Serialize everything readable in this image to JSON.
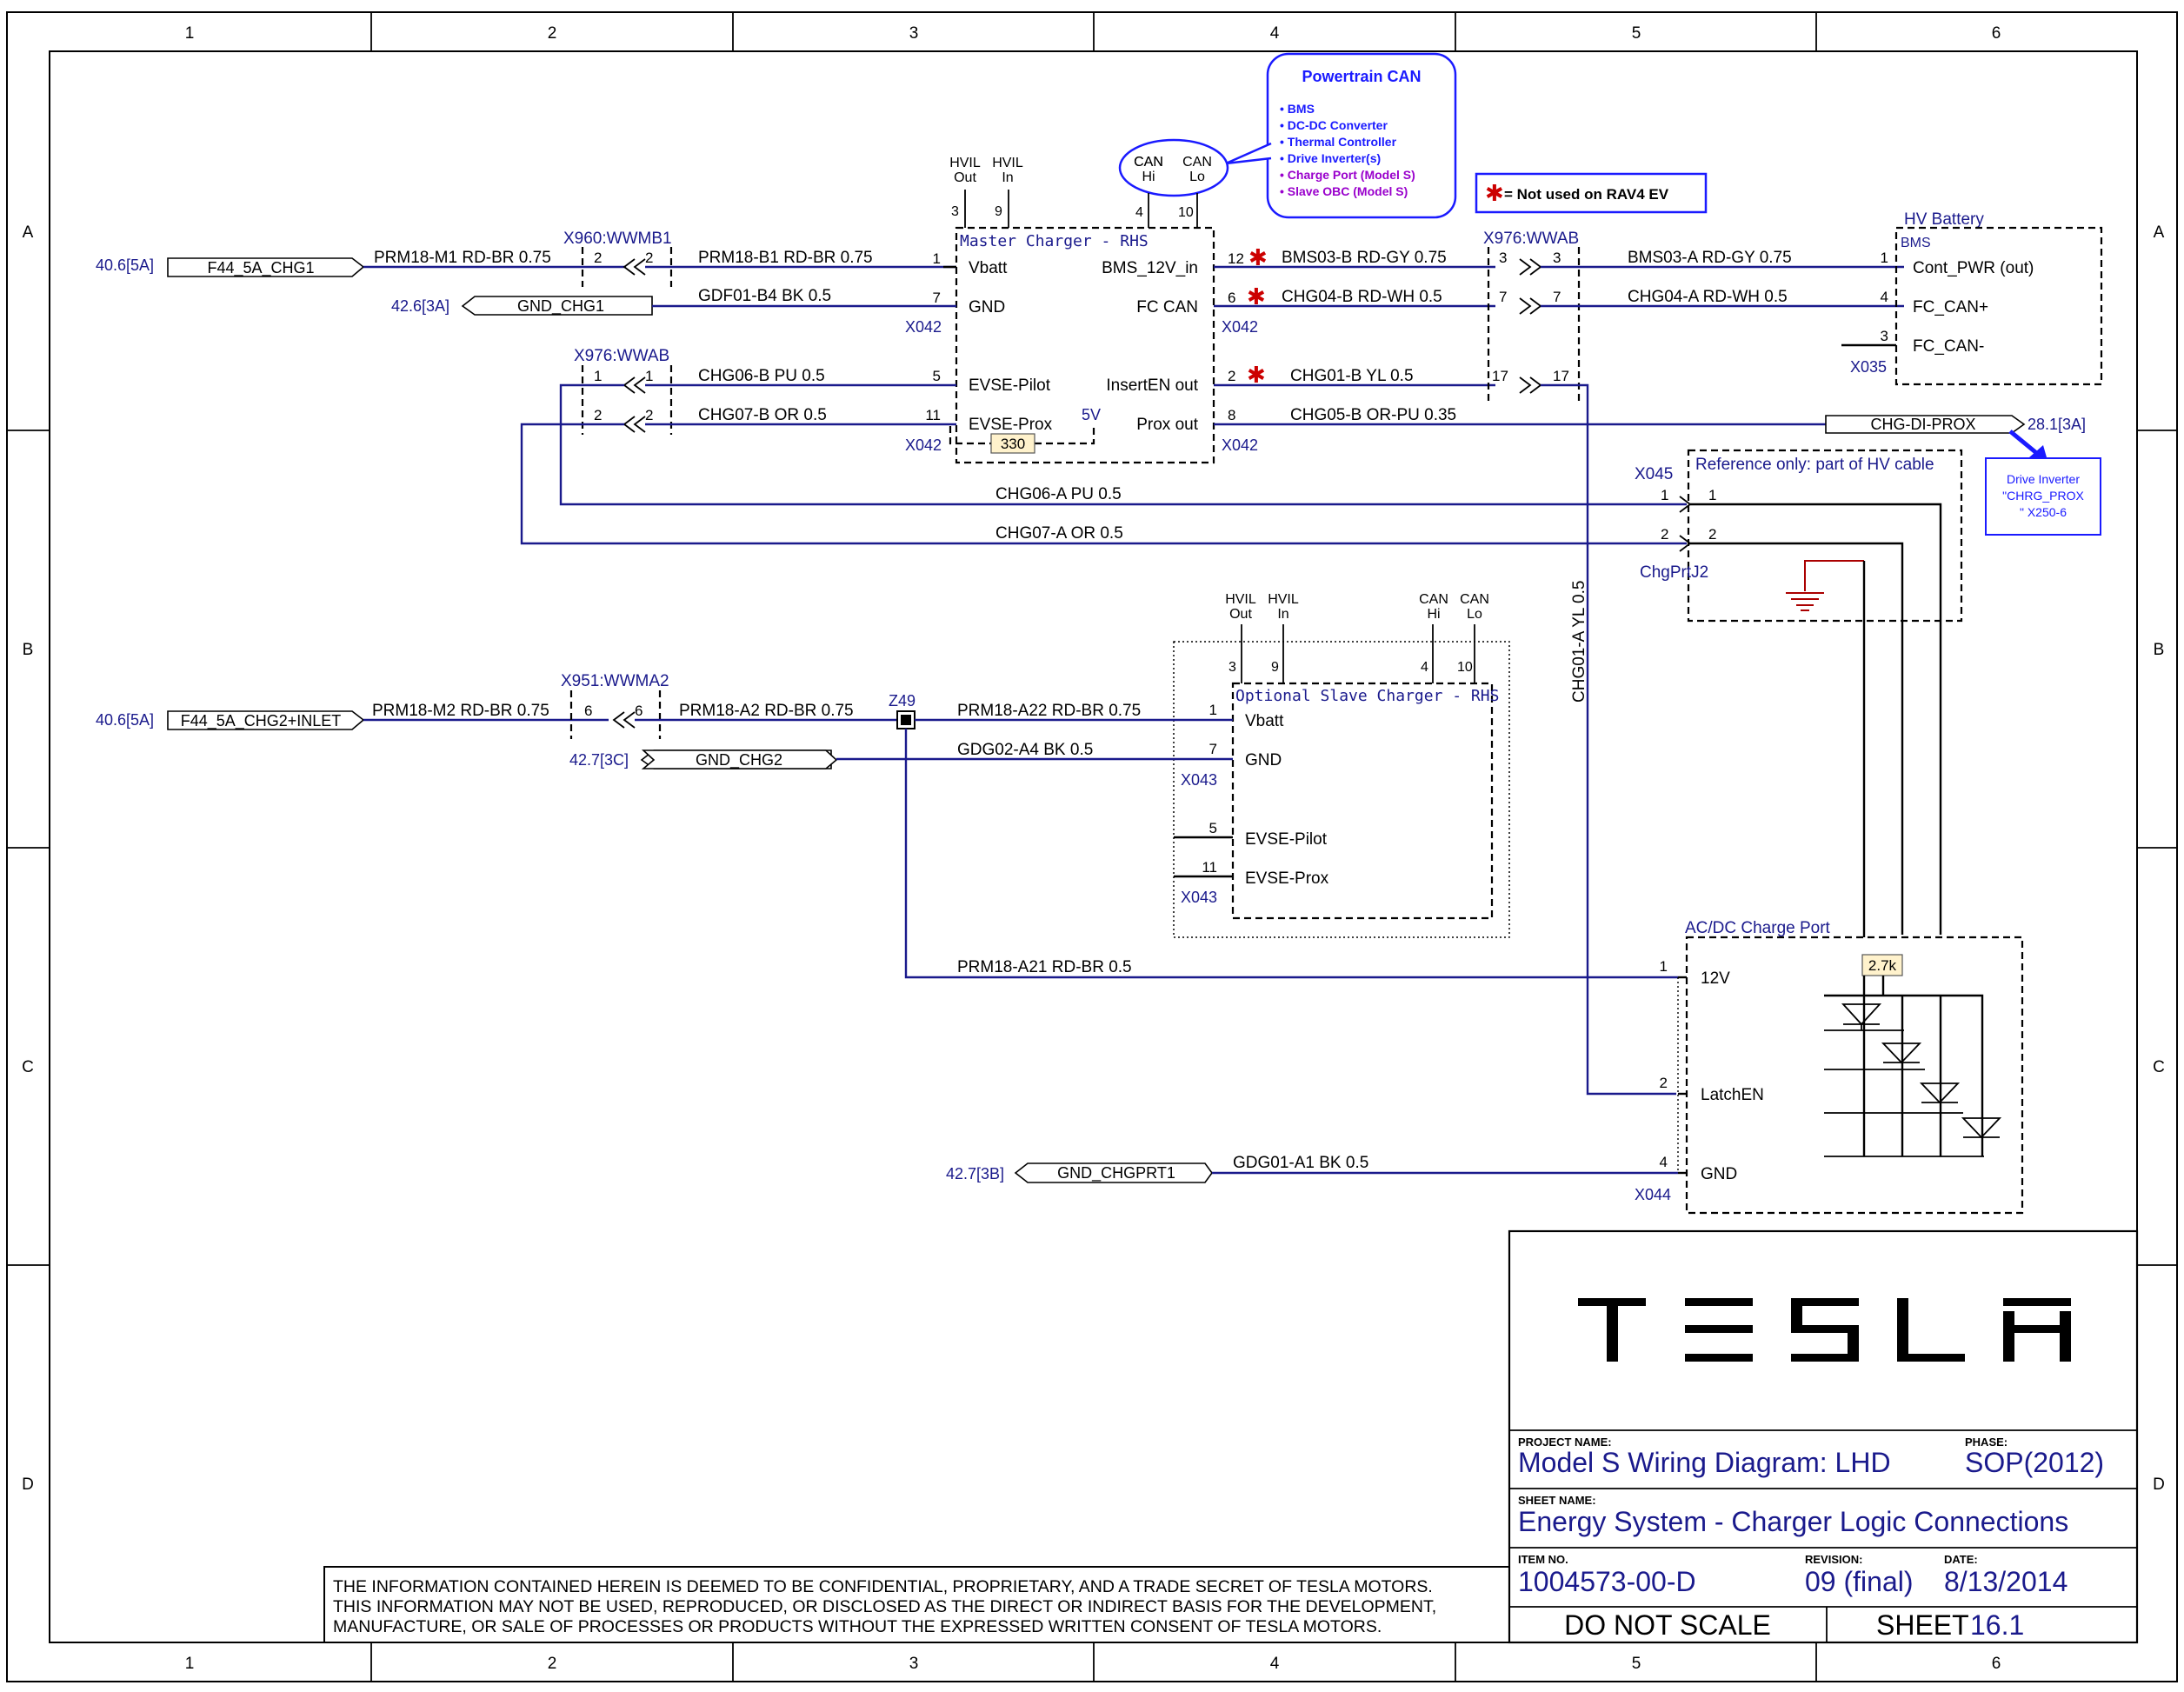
{
  "grid": {
    "columns": [
      "1",
      "2",
      "3",
      "4",
      "5",
      "6"
    ],
    "rows": [
      "A",
      "B",
      "C",
      "D"
    ]
  },
  "colors": {
    "wire": "#1a1a8c",
    "note_red": "#cc0000",
    "purple": "#9900cc",
    "resistor_fill": "#fff2cc",
    "ground": "#aa0000"
  },
  "callout": {
    "title": "Powertrain CAN",
    "items": [
      "• BMS",
      "• DC-DC Converter",
      "• Thermal Controller",
      "• Drive Inverter(s)"
    ],
    "items_model_s": [
      "• Charge Port (Model S)",
      "• Slave OBC (Model S)"
    ]
  },
  "note": {
    "star": "✱",
    "text": "= Not used on RAV4 EV"
  },
  "master_charger": {
    "title": "Master Charger - RHS",
    "left_pins": [
      "Vbatt",
      "GND",
      "EVSE-Pilot",
      "EVSE-Prox"
    ],
    "right_pins": [
      "BMS_12V_in",
      "FC CAN",
      "InsertEN out",
      "Prox out"
    ],
    "top_labels": {
      "hvil_out_1": "HVIL",
      "hvil_out_2": "Out",
      "hvil_in_1": "HVIL",
      "hvil_in_2": "In",
      "can_hi_1": "CAN",
      "can_hi_2": "Hi",
      "can_lo_1": "CAN",
      "can_lo_2": "Lo"
    },
    "top_pins": [
      "3",
      "9",
      "4",
      "10"
    ],
    "left_pin_numbers": [
      "1",
      "7",
      "5",
      "11"
    ],
    "right_pin_numbers": [
      "12",
      "6",
      "2",
      "8"
    ],
    "connector_left": "X042",
    "connector_left_2": "X042",
    "connector_right": "X042",
    "connector_right_2": "X042",
    "resistor": "330",
    "voltage": "5V"
  },
  "slave_charger": {
    "title": "Optional Slave Charger - RHS",
    "pins": [
      "Vbatt",
      "GND",
      "EVSE-Pilot",
      "EVSE-Prox"
    ],
    "pin_numbers": [
      "1",
      "7",
      "5",
      "11"
    ],
    "top_labels": {
      "hvil_out_1": "HVIL",
      "hvil_out_2": "Out",
      "hvil_in_1": "HVIL",
      "hvil_in_2": "In",
      "can_hi_1": "CAN",
      "can_hi_2": "Hi",
      "can_lo_1": "CAN",
      "can_lo_2": "Lo"
    },
    "top_pins": [
      "3",
      "9",
      "4",
      "10"
    ],
    "connector_1": "X043",
    "connector_2": "X043"
  },
  "hv_battery": {
    "label": "HV Battery",
    "sub": "BMS",
    "pins": [
      "Cont_PWR (out)",
      "FC_CAN+",
      "FC_CAN-"
    ],
    "pin_numbers": [
      "1",
      "4",
      "3"
    ],
    "connector": "X035"
  },
  "hv_cable": {
    "label": "Reference only: part of HV cable",
    "connector": "X045",
    "pins": [
      "1",
      "2"
    ],
    "pins_inner": [
      "1",
      "2"
    ],
    "name": "ChgPrtJ2"
  },
  "charge_port": {
    "label": "AC/DC Charge Port",
    "pins": [
      "12V",
      "LatchEN",
      "GND"
    ],
    "pin_numbers": [
      "1",
      "2",
      "4"
    ],
    "connector": "X044",
    "resistor": "2.7k"
  },
  "drive_inverter": {
    "line1": "Drive Inverter",
    "line2": "\"CHRG_PROX",
    "line3": "\" X250-6"
  },
  "wires": {
    "f44_chg1_ref": "40.6[5A]",
    "f44_chg1": "F44_5A_CHG1",
    "prm18_m1": "PRM18-M1 RD-BR 0.75",
    "x960": "X960:WWMB1",
    "x960_pin_a": "2",
    "x960_pin_b": "2",
    "prm18_b1": "PRM18-B1 RD-BR 0.75",
    "gnd_chg1_ref": "42.6[3A]",
    "gnd_chg1": "GND_CHG1",
    "gdf01_b4": "GDF01-B4 BK 0.5",
    "x976_left": "X976:WWAB",
    "x976_left_pins": [
      "1",
      "1",
      "2",
      "2"
    ],
    "chg06_b": "CHG06-B PU 0.5",
    "chg07_b": "CHG07-B OR 0.5",
    "chg06_a": "CHG06-A PU 0.5",
    "chg07_a": "CHG07-A OR 0.5",
    "bms03_b": "BMS03-B RD-GY 0.75",
    "chg04_b": "CHG04-B RD-WH 0.5",
    "chg01_b": "CHG01-B YL 0.5",
    "chg05_b": "CHG05-B OR-PU 0.35",
    "x976_right": "X976:WWAB",
    "x976_right_pins": [
      "3",
      "3",
      "7",
      "7",
      "17",
      "17"
    ],
    "bms03_a": "BMS03-A RD-GY 0.75",
    "chg04_a": "CHG04-A RD-WH 0.5",
    "chg_di_prox": "CHG-DI-PROX",
    "chg_di_prox_ref": "28.1[3A]",
    "chg01_a": "CHG01-A YL 0.5",
    "f44_chg2_ref": "40.6[5A]",
    "f44_chg2": "F44_5A_CHG2+INLET",
    "prm18_m2": "PRM18-M2 RD-BR 0.75",
    "x951": "X951:WWMA2",
    "x951_pin_a": "6",
    "x951_pin_b": "6",
    "prm18_a2": "PRM18-A2 RD-BR 0.75",
    "z49": "Z49",
    "prm18_a22": "PRM18-A22 RD-BR 0.75",
    "gnd_chg2_ref": "42.7[3C]",
    "gnd_chg2": "GND_CHG2",
    "gdg02_a4": "GDG02-A4 BK 0.5",
    "prm18_a21": "PRM18-A21 RD-BR 0.5",
    "gnd_chgprt1_ref": "42.7[3B]",
    "gnd_chgprt1": "GND_CHGPRT1",
    "gdg01_a1": "GDG01-A1 BK 0.5"
  },
  "title_block": {
    "logo": "TESLA",
    "project_label": "PROJECT NAME:",
    "project": "Model S Wiring Diagram: LHD",
    "phase_label": "PHASE:",
    "phase": "SOP(2012)",
    "sheet_label": "SHEET NAME:",
    "sheet_name": "Energy System - Charger Logic Connections",
    "item_label": "ITEM NO.",
    "item": "1004573-00-D",
    "rev_label": "REVISION:",
    "rev": "09 (final)",
    "date_label": "DATE:",
    "date": "8/13/2014",
    "do_not_scale": "DO NOT SCALE",
    "sheet_word": "SHEET",
    "sheet_num": "16.1"
  },
  "disclaimer": [
    "THE INFORMATION CONTAINED HEREIN IS DEEMED TO BE CONFIDENTIAL, PROPRIETARY, AND A TRADE SECRET OF TESLA MOTORS.",
    "THIS INFORMATION MAY NOT BE USED, REPRODUCED, OR DISCLOSED AS THE DIRECT OR INDIRECT BASIS FOR THE DEVELOPMENT,",
    "MANUFACTURE, OR SALE OF PROCESSES OR PRODUCTS WITHOUT THE EXPRESSED WRITTEN CONSENT OF TESLA MOTORS."
  ]
}
